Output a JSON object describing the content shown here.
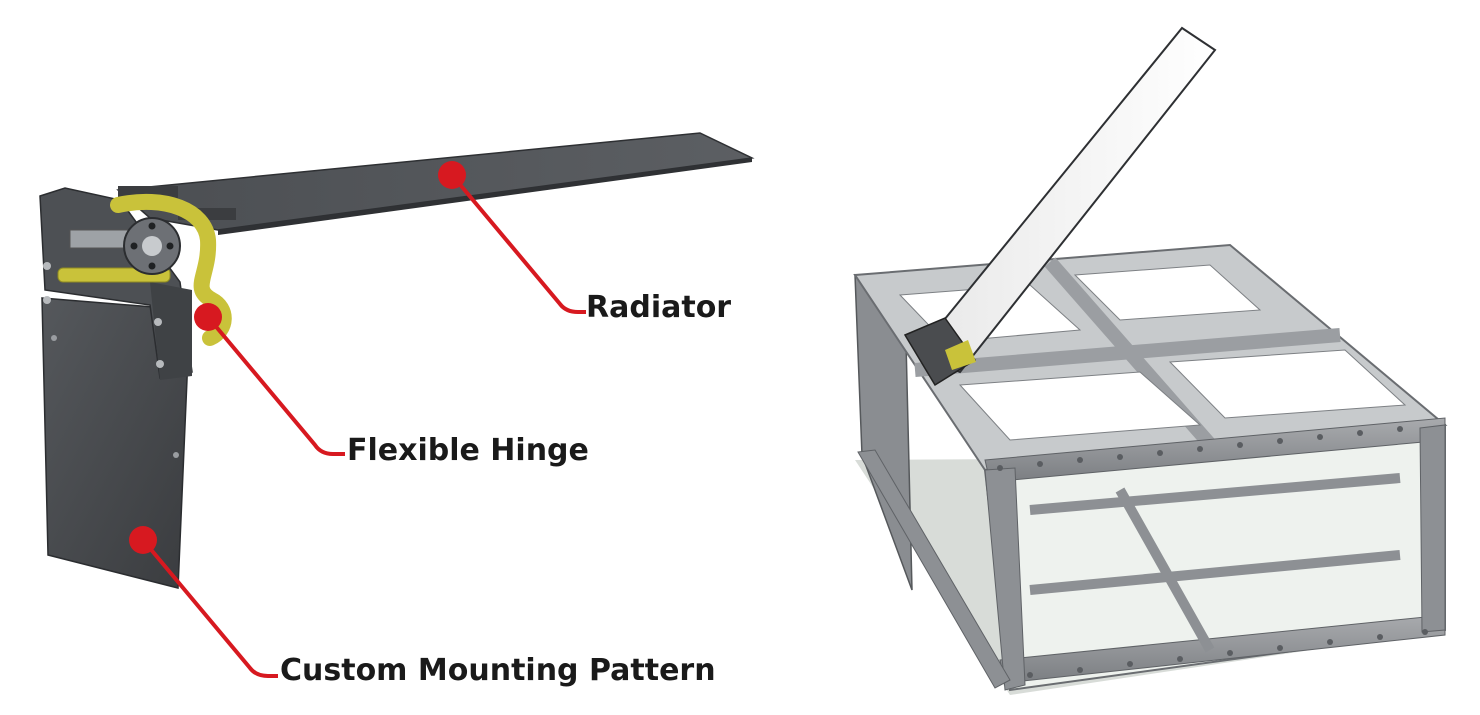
{
  "callouts": {
    "radiator": "Radiator",
    "flexible_hinge": "Flexible Hinge",
    "custom_mounting_pattern": "Custom Mounting Pattern"
  },
  "colors": {
    "callout_red": "#d71920",
    "panel_dark": "#4a4c4f",
    "hinge_yellow": "#c9c23a",
    "frame_gray": "#8d9094",
    "background": "#ffffff"
  }
}
